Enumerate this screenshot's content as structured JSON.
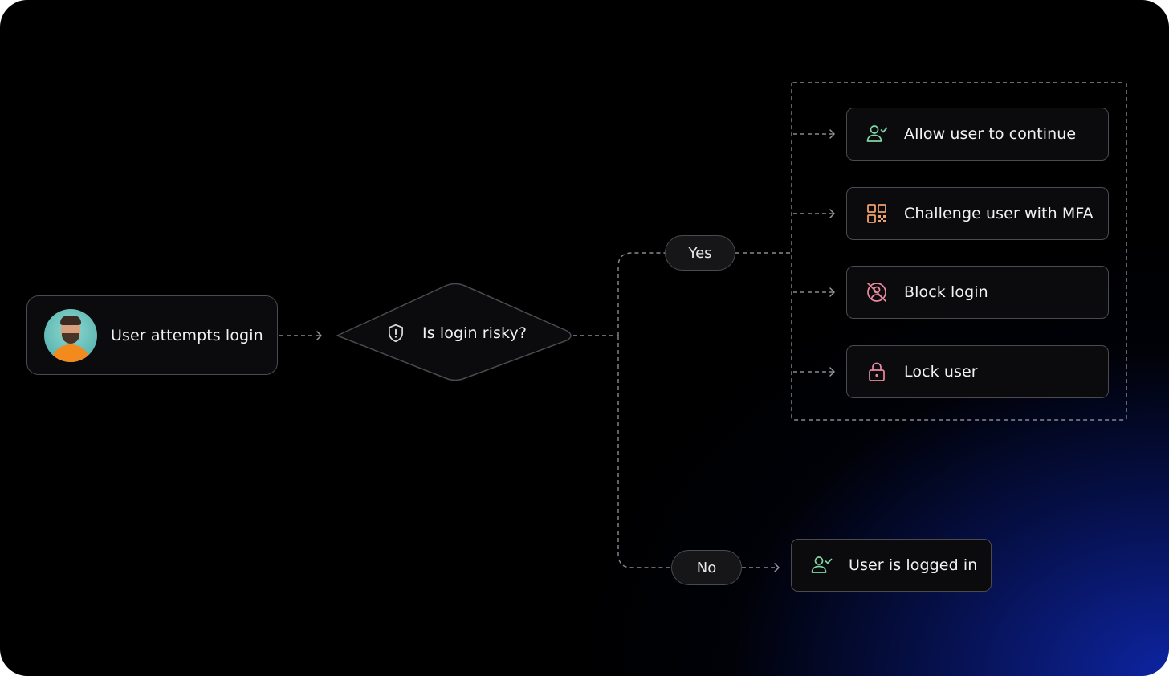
{
  "start_node": {
    "label": "User attempts login",
    "avatar_icon": "user-avatar-photo"
  },
  "decision": {
    "label": "Is login risky?",
    "icon": "shield-alert-icon"
  },
  "branches": {
    "yes_label": "Yes",
    "no_label": "No"
  },
  "risky_actions": [
    {
      "label": "Allow user to continue",
      "icon": "user-check-icon",
      "color": "#7fd6a6"
    },
    {
      "label": "Challenge user with MFA",
      "icon": "qr-code-icon",
      "color": "#f0a06a"
    },
    {
      "label": "Block login",
      "icon": "blocked-icon",
      "color": "#e98aa0"
    },
    {
      "label": "Lock user",
      "icon": "lock-icon",
      "color": "#e98aa0"
    }
  ],
  "safe_outcome": {
    "label": "User is logged in",
    "icon": "user-check-icon",
    "color": "#7fd6a6"
  },
  "colors": {
    "border": "#4a4a4f",
    "dashed_line": "#8a8a90",
    "text": "#f2f2f4",
    "gradient": "#0e26aa"
  }
}
